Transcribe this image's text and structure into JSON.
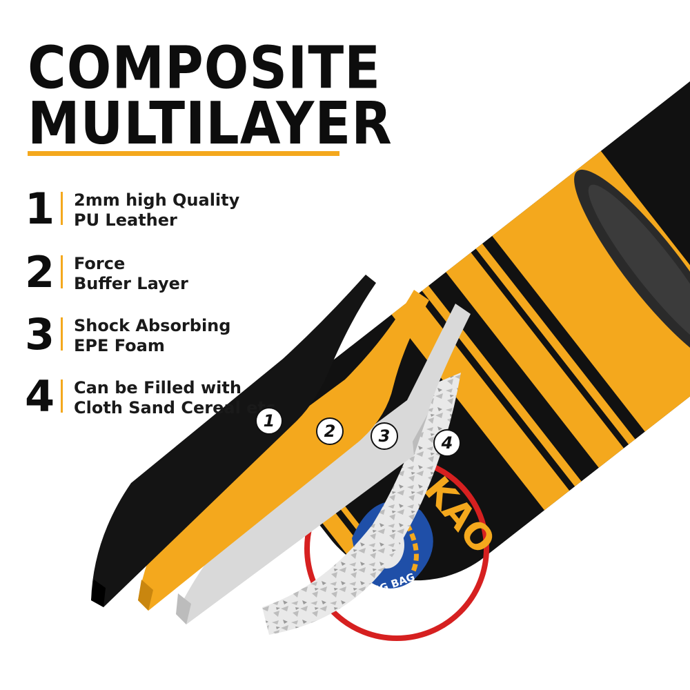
{
  "title": {
    "line1": "COMPOSITE",
    "line2": "MULTILAYER"
  },
  "features": [
    {
      "number": "1",
      "line1": "2mm high Quality",
      "line2": "PU Leather"
    },
    {
      "number": "2",
      "line1": "Force",
      "line2": "Buffer Layer"
    },
    {
      "number": "3",
      "line1": "Shock Absorbing",
      "line2": "EPE Foam"
    },
    {
      "number": "4",
      "line1": "Can be Filled with",
      "line2": "Cloth Sand Cereal etc"
    }
  ],
  "layer_labels": [
    "1",
    "2",
    "3",
    "4"
  ],
  "logo_text": "KAO",
  "badge_text": "STANDING BAG",
  "colors": {
    "accent": "#f4a81d",
    "bag_body": "#111111",
    "text": "#0d0d0d",
    "foam": "#d9d9d9",
    "logo_ring": "#d62020"
  },
  "icons": [
    "punching-bag-illustration",
    "shark-mascot-logo"
  ]
}
